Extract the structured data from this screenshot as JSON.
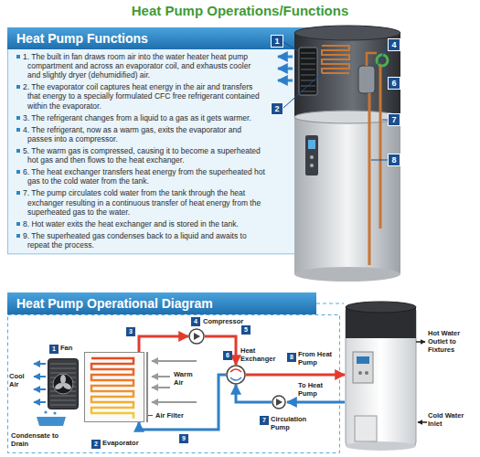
{
  "diagram": {
    "title": "Heat Pump Operations/Functions",
    "nodes": [
      {
        "text": [
          "Heat Pump Functions",
          "1. The built in fan draws room air into the water heater heat pump compartment and across an evaporator coil, and exhausts cooler and slightly dryer (dehumidified) air.",
          "2. The evaporator coil captures heat energy in the air and transfers that energy to a specially formulated CFC free refrigerant contained within the evaporator.",
          "3. The refrigerant changes from a liquid to a gas as it gets warmer.",
          "4. The refrigerant, now as a warm gas, exits the evaporator and passes into a compressor.",
          "5. The warm gas is compressed, causing it to become a superheated hot gas and then flows to the heat exchanger.",
          "6. The heat exchanger transfers heat energy from the superheated hot gas to the cold water from the tank.",
          "7. The pump circulates cold water from the tank through the heat exchanger resulting in a continuous transfer of heat energy from the superheated gas to the water.",
          "8. Hot water exits the heat exchanger and is stored in the tank.",
          "9. The superheated gas condenses back to a liquid and awaits to repeat the process."
        ]
      },
      {
        "text": [
          "Heat Pump Operational Diagram"
        ]
      },
      {
        "text": [
          "Fan"
        ],
        "in": 1
      },
      {
        "text": [
          "Evaporator"
        ],
        "in": 1
      },
      {
        "text": [
          "Compressor"
        ],
        "in": 1
      },
      {
        "text": [
          "Heat Exchanger"
        ],
        "in": 1
      },
      {
        "text": [
          "Circulation Pump"
        ],
        "in": 1
      }
    ],
    "edges": [
      {
        "from": 3,
        "to": 4,
        "arrow": "to"
      },
      {
        "from": 4,
        "to": 5,
        "arrow": "to"
      },
      {
        "from": 5,
        "to": 3,
        "arrow": "to"
      },
      {
        "from": 6,
        "to": 5,
        "arrow": "to"
      }
    ],
    "labels": [
      "1",
      "4",
      "6",
      "2",
      "7",
      "8",
      "1",
      "Cool Air",
      "Condensate to Drain",
      "2",
      "Air Filter",
      "Warm Air",
      "3",
      "4",
      "5",
      "6",
      "8",
      "From Heat Pump",
      "To Heat Pump",
      "7",
      "9",
      "Hot Water Outlet to Fixtures",
      "Cold Water Inlet"
    ]
  }
}
